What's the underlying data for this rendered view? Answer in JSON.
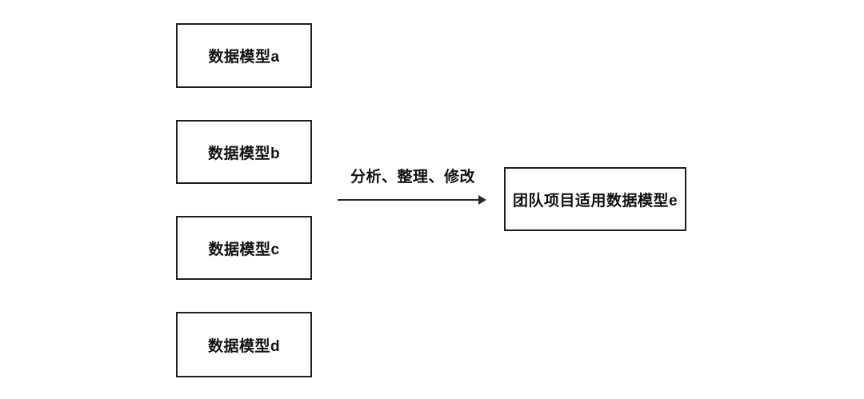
{
  "diagram": {
    "title": "data-model-merge-flow",
    "sources": [
      {
        "label": "数据模型a"
      },
      {
        "label": "数据模型b"
      },
      {
        "label": "数据模型c"
      },
      {
        "label": "数据模型d"
      }
    ],
    "arrow": {
      "label": "分析、整理、修改",
      "direction": "right"
    },
    "target": {
      "label": "团队项目适用数据模型e"
    },
    "colors": {
      "background": "#ffffff",
      "border": "#1f1f1f",
      "text": "#111111",
      "arrow": "#2a2a2a"
    }
  }
}
